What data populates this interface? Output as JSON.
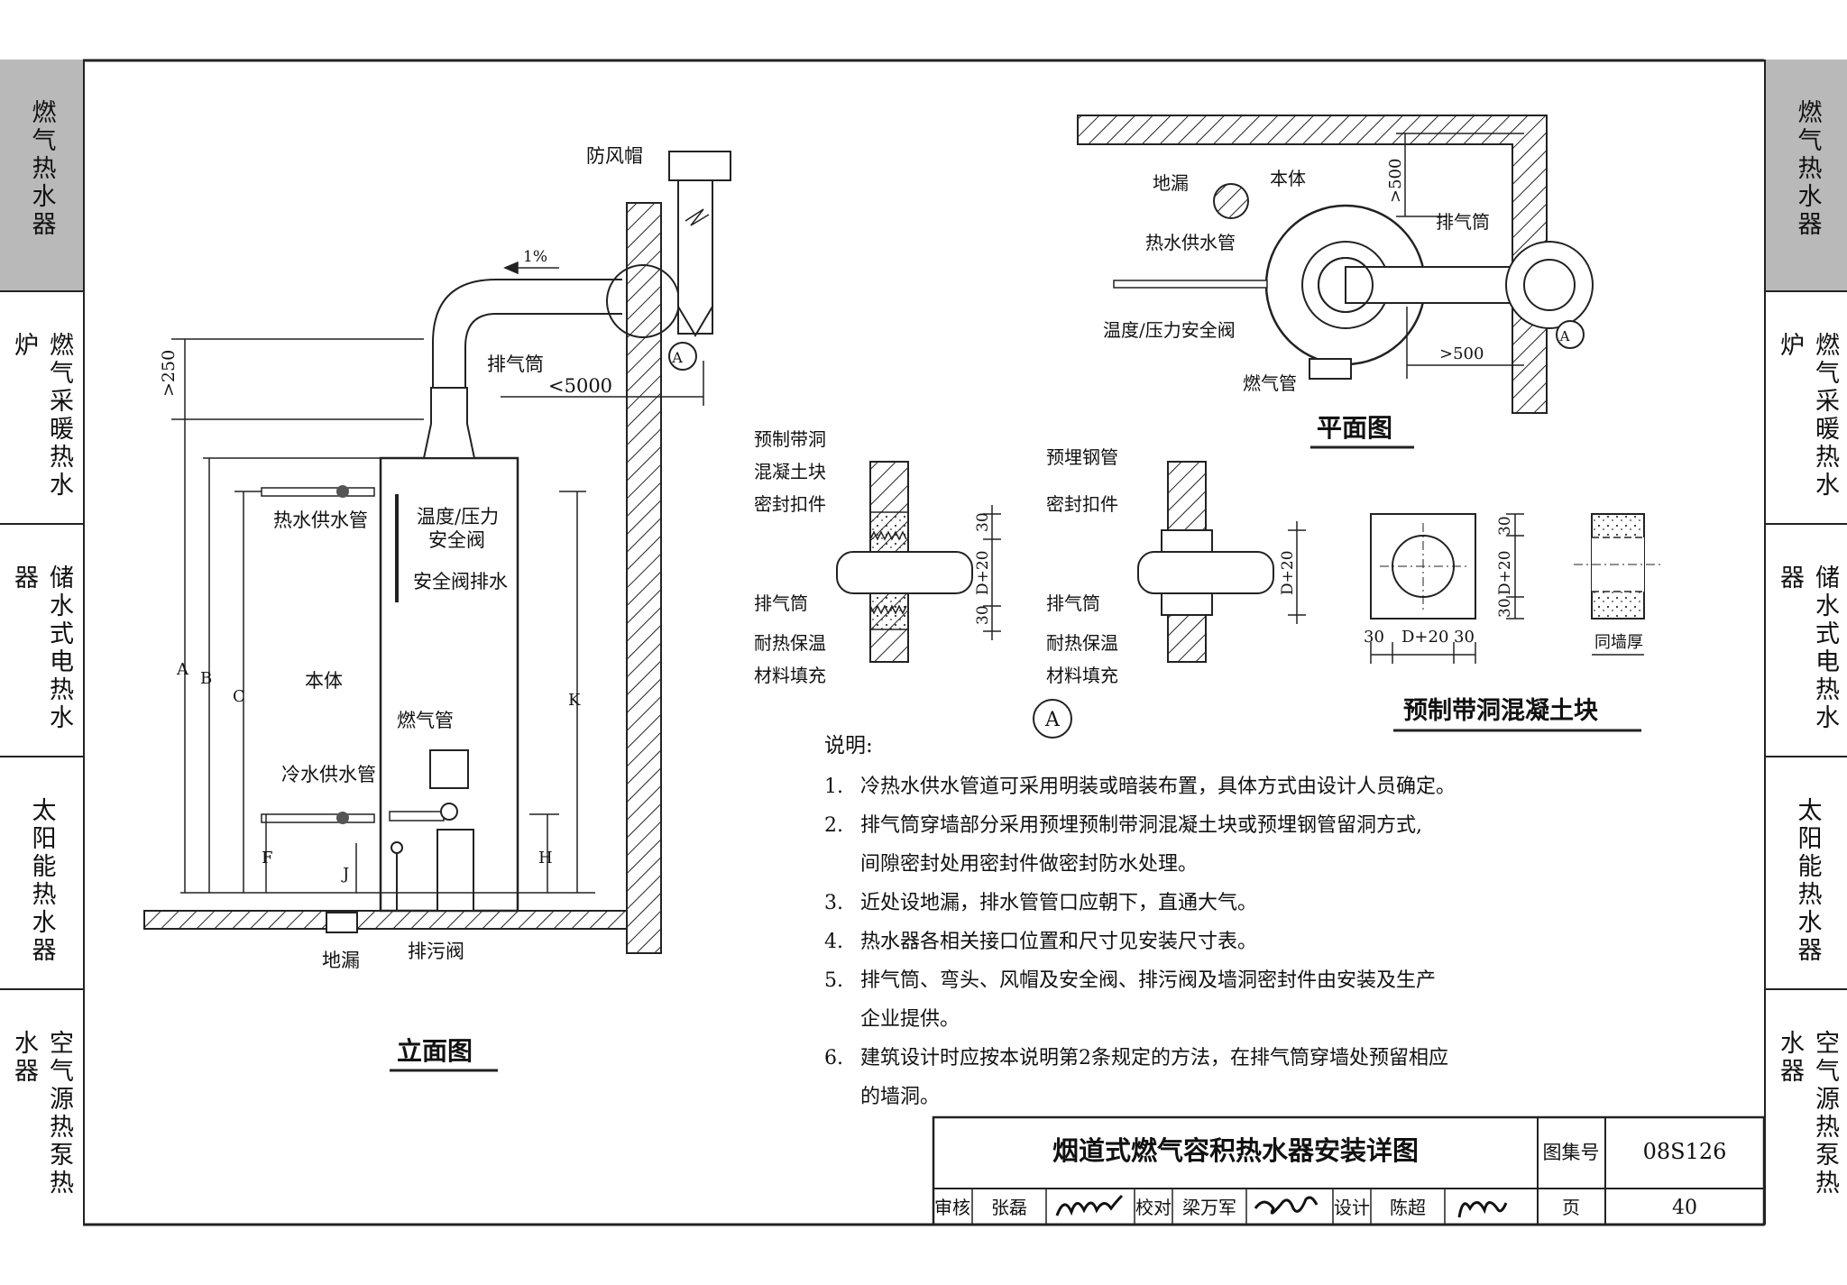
{
  "sidebar_left": [
    {
      "label": "燃气热水器",
      "active": true
    },
    {
      "label": "燃气采暖热水炉",
      "active": false
    },
    {
      "label": "储水式电热水器",
      "active": false
    },
    {
      "label": "太阳能热水器",
      "active": false
    },
    {
      "label": "空气源热泵热水器",
      "active": false
    }
  ],
  "sidebar_right": [
    {
      "label": "燃气热水器",
      "active": true
    },
    {
      "label": "燃气采暖热水炉",
      "active": false
    },
    {
      "label": "储水式电热水器",
      "active": false
    },
    {
      "label": "太阳能热水器",
      "active": false
    },
    {
      "label": "空气源热泵热水器",
      "active": false
    }
  ],
  "elevation": {
    "title": "立面图",
    "labels": {
      "wind_cap": "防风帽",
      "slope": "1%",
      "exhaust_pipe": "排气筒",
      "length": "<5000",
      "height_min": ">250",
      "hot_water_pipe": "热水供水管",
      "relief_valve_1": "温度/压力",
      "relief_valve_2": "安全阀",
      "relief_drain": "安全阀排水",
      "body": "本体",
      "gas_pipe": "燃气管",
      "cold_water_pipe": "冷水供水管",
      "floor_drain": "地漏",
      "drain_valve": "排污阀",
      "callout": "A"
    },
    "dims": {
      "A": "A",
      "B": "B",
      "C": "C",
      "F": "F",
      "J": "J",
      "H": "H",
      "K": "K"
    }
  },
  "plan": {
    "title": "平面图",
    "labels": {
      "floor_drain": "地漏",
      "body": "本体",
      "hot_water_pipe": "热水供水管",
      "exhaust_pipe": "排气筒",
      "relief_valve": "温度/压力安全阀",
      "gas_pipe": "燃气管",
      "dim_top": ">500",
      "dim_right": ">500",
      "callout": "A"
    }
  },
  "detail_a": {
    "callout": "A",
    "left": {
      "precast_1": "预制带洞",
      "precast_2": "混凝土块",
      "seal": "密封扣件",
      "exhaust": "排气筒",
      "insul_1": "耐热保温",
      "insul_2": "材料填充",
      "dim_30a": "30",
      "dim_d20": "D+20",
      "dim_30b": "30"
    },
    "right": {
      "steel_pipe": "预埋钢管",
      "seal": "密封扣件",
      "exhaust": "排气筒",
      "insul_1": "耐热保温",
      "insul_2": "材料填充",
      "dim_d20": "D+20"
    }
  },
  "block": {
    "title": "预制带洞混凝土块",
    "dims": {
      "d30a": "30",
      "dd20": "D+20",
      "d30b": "30",
      "v30a": "30",
      "vd20": "D+20",
      "v30b": "30"
    },
    "wall_thickness": "同墙厚"
  },
  "notes": {
    "heading": "说明:",
    "items": [
      {
        "num": "1.",
        "lines": [
          "冷热水供水管道可采用明装或暗装布置，具体方式由设计人员确定。"
        ]
      },
      {
        "num": "2.",
        "lines": [
          "排气筒穿墙部分采用预埋预制带洞混凝土块或预埋钢管留洞方式,",
          "间隙密封处用密封件做密封防水处理。"
        ]
      },
      {
        "num": "3.",
        "lines": [
          "近处设地漏，排水管管口应朝下，直通大气。"
        ]
      },
      {
        "num": "4.",
        "lines": [
          "热水器各相关接口位置和尺寸见安装尺寸表。"
        ]
      },
      {
        "num": "5.",
        "lines": [
          "排气筒、弯头、风帽及安全阀、排污阀及墙洞密封件由安装及生产",
          "企业提供。"
        ]
      },
      {
        "num": "6.",
        "lines": [
          "建筑设计时应按本说明第2条规定的方法，在排气筒穿墙处预留相应",
          "的墙洞。"
        ]
      }
    ]
  },
  "title_block": {
    "title": "烟道式燃气容积热水器安装详图",
    "atlas_label": "图集号",
    "atlas_no": "08S126",
    "review_label": "审核",
    "reviewer": "张磊",
    "check_label": "校对",
    "checker": "梁万军",
    "design_label": "设计",
    "designer": "陈超",
    "page_label": "页",
    "page_no": "40"
  }
}
